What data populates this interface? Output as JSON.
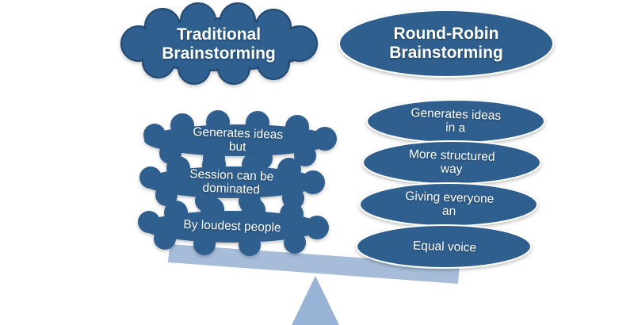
{
  "colors": {
    "cloud_fill": "#2f5f8e",
    "cloud_stroke": "#24496f",
    "oval_fill": "#2f5f8e",
    "oval_stroke": "#ffffff",
    "beam_fill": "#a6bcd9",
    "fulcrum_fill": "#98b3d6",
    "text": "#ffffff"
  },
  "left": {
    "title": "Traditional\nBrainstorming",
    "items": [
      "Generates ideas\nbut",
      "Session can be\ndominated",
      "By loudest people"
    ]
  },
  "right": {
    "title": "Round-Robin\nBrainstorming",
    "items": [
      "Generates ideas\nin a",
      "More structured\nway",
      "Giving everyone\nan",
      "Equal voice"
    ]
  }
}
